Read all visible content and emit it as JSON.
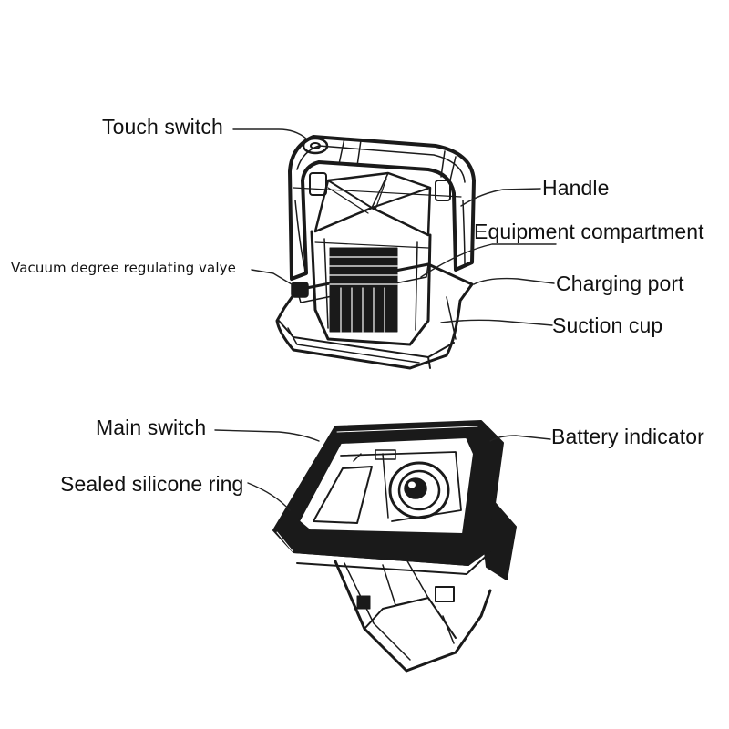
{
  "labels": {
    "touch_switch": "Touch switch",
    "handle": "Handle",
    "equipment_compartment": "Equipment compartment",
    "vacuum_valve": "Vacuum degree regulating valye",
    "charging_port": "Charging port",
    "suction_cup": "Suction cup",
    "main_switch": "Main switch",
    "battery_indicator": "Battery indicator",
    "sealed_ring": "Sealed silicone ring"
  },
  "colors": {
    "ink": "#111111",
    "background": "#ffffff"
  }
}
